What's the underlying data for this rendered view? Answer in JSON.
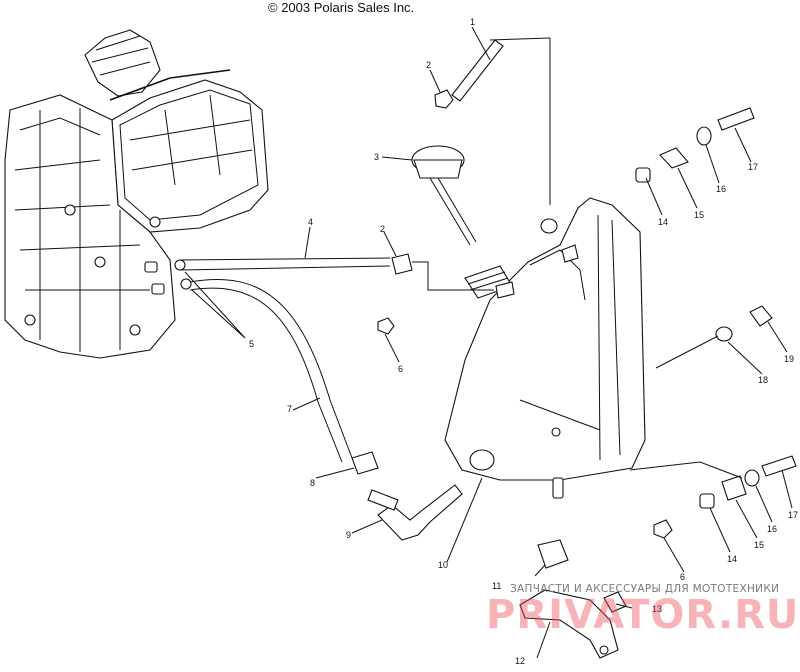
{
  "diagram": {
    "copyright": "© 2003 Polaris Sales Inc.",
    "watermark": {
      "tagline": "ЗАПЧАСТИ И АКСЕССУАРЫ ДЛЯ МОТОТЕХНИКИ",
      "site": "PRIVATOR.RU"
    },
    "callouts": [
      {
        "id": "c1",
        "label": "1"
      },
      {
        "id": "c2a",
        "label": "2"
      },
      {
        "id": "c2b",
        "label": "2"
      },
      {
        "id": "c3",
        "label": "3"
      },
      {
        "id": "c4",
        "label": "4"
      },
      {
        "id": "c5",
        "label": "5"
      },
      {
        "id": "c6a",
        "label": "6"
      },
      {
        "id": "c6b",
        "label": "6"
      },
      {
        "id": "c7",
        "label": "7"
      },
      {
        "id": "c8",
        "label": "8"
      },
      {
        "id": "c9",
        "label": "9"
      },
      {
        "id": "c10",
        "label": "10"
      },
      {
        "id": "c11",
        "label": "11"
      },
      {
        "id": "c12",
        "label": "12"
      },
      {
        "id": "c13",
        "label": "13"
      },
      {
        "id": "c14a",
        "label": "14"
      },
      {
        "id": "c14b",
        "label": "14"
      },
      {
        "id": "c15a",
        "label": "15"
      },
      {
        "id": "c15b",
        "label": "15"
      },
      {
        "id": "c16a",
        "label": "16"
      },
      {
        "id": "c16b",
        "label": "16"
      },
      {
        "id": "c17a",
        "label": "17"
      },
      {
        "id": "c17b",
        "label": "17"
      },
      {
        "id": "c18",
        "label": "18"
      },
      {
        "id": "c19",
        "label": "19"
      }
    ]
  }
}
